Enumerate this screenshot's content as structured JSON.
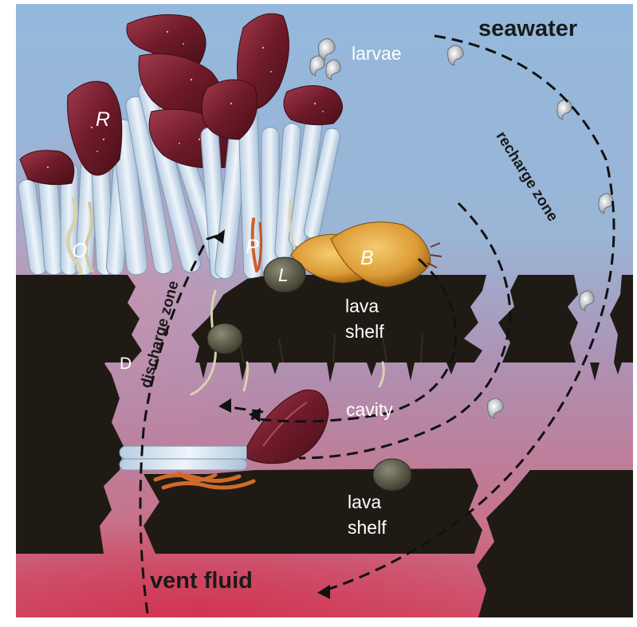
{
  "labels": {
    "seawater": "seawater",
    "larvae": "larvae",
    "recharge_zone": "recharge zone",
    "discharge_zone": "discharge zone",
    "lava_shelf_upper_line1": "lava",
    "lava_shelf_upper_line2": "shelf",
    "cavity": "cavity",
    "lava_shelf_lower_line1": "lava",
    "lava_shelf_lower_line2": "shelf",
    "vent_fluid": "vent fluid"
  },
  "organism_letters": {
    "R": "R",
    "O": "O",
    "P": "P",
    "L": "L",
    "B": "B",
    "D": "D"
  },
  "colors": {
    "seawater_blue": "#8fb3d8",
    "vent_red": "#c8607a",
    "lava_rock": "#1f1a14",
    "tube_white": "#d8e6f2",
    "plume_red": "#7a1f2e",
    "bivalve_yellow": "#e0a640",
    "limpet_gray": "#6b6a58",
    "worm_orange": "#d06a2a"
  }
}
